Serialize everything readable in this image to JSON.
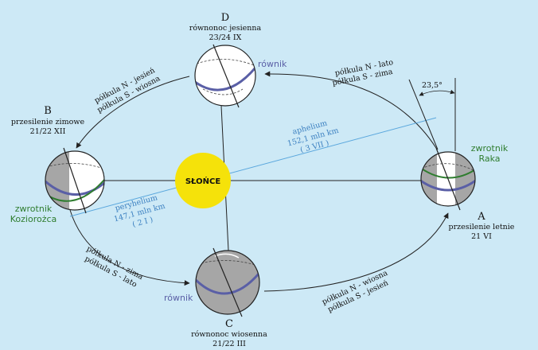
{
  "sun": {
    "label": "SŁOŃCE",
    "color": "#f5e20a"
  },
  "points": {
    "A": {
      "letter": "A",
      "name": "przesilenie letnie",
      "date": "21 VI"
    },
    "B": {
      "letter": "B",
      "name": "przesilenie zimowe",
      "date": "21/22 XII"
    },
    "C": {
      "letter": "C",
      "name": "równonoc wiosenna",
      "date": "21/22 III"
    },
    "D": {
      "letter": "D",
      "name": "równonoc jesienna",
      "date": "23/24 IX"
    }
  },
  "seasons": {
    "AD": [
      "półkula N - lato",
      "półkula S - zima"
    ],
    "DB": [
      "półkula N - jesień",
      "półkula S - wiosna"
    ],
    "BC": [
      "półkula N - zima",
      "półkula S - lato"
    ],
    "CA": [
      "półkula N - wiosna",
      "półkula S - jesień"
    ]
  },
  "aphelion": {
    "label": "aphelium",
    "distance": "152,1 mln km",
    "date": "( 3 VII )"
  },
  "perihelion": {
    "label": "peryhelium",
    "distance": "147,1 mln km",
    "date": "( 2 I )"
  },
  "equator_label": "równik",
  "tropic_cancer": [
    "zwrotnik",
    "Raka"
  ],
  "tropic_capricorn": [
    "zwrotnik",
    "Koziorożca"
  ],
  "tilt_angle": "23,5°",
  "colors": {
    "background": "#cde9f6",
    "equator": "#5a5fa6",
    "tropic": "#2f7d2f",
    "apsis_line": "#5aa7dd",
    "shadow": "#a6a6a6"
  }
}
